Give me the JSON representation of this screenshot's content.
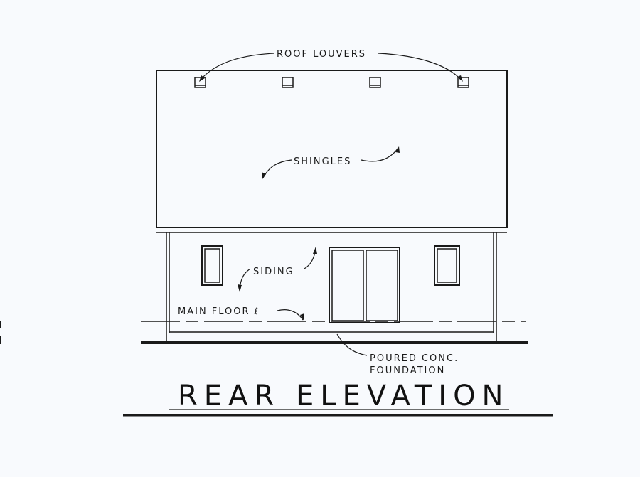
{
  "labels": {
    "roof_louvers": "ROOF LOUVERS",
    "shingles": "SHINGLES",
    "siding": "SIDING",
    "main_floor": "MAIN FLOOR ℓ",
    "foundation_line1": "POURED CONC.",
    "foundation_line2": "FOUNDATION"
  },
  "title": "REAR ELEVATION",
  "colors": {
    "ink": "#1a1a1a",
    "paper": "#f8fafd"
  }
}
